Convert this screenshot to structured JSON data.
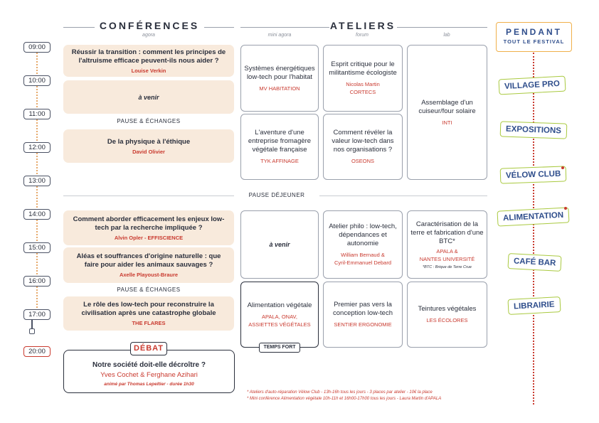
{
  "headers": {
    "conferences": "CONFÉRENCES",
    "conferences_sub": "agora",
    "ateliers": "ATELIERS",
    "mini_agora": "mini agora",
    "forum": "forum",
    "lab": "lab"
  },
  "times": [
    "09:00",
    "10:00",
    "11:00",
    "12:00",
    "13:00",
    "14:00",
    "15:00",
    "16:00",
    "17:00",
    "20:00"
  ],
  "conferences": [
    {
      "title": "Réussir la transition : comment les principes de l'altruisme efficace peuvent-ils nous aider ?",
      "speaker": "Louise Verkin"
    },
    {
      "title": "à venir"
    },
    {
      "title": "De la physique à l'éthique",
      "speaker": "David Olivier"
    },
    {
      "title": "Comment aborder efficacement les enjeux low-tech par la recherche impliquée ?",
      "speaker": "Alvin Opler - EFFISCIENCE"
    },
    {
      "title": "Aléas et souffrances d'origine naturelle : que faire pour aider les animaux sauvages ?",
      "speaker": "Axelle Playoust-Braure"
    },
    {
      "title": "Le rôle des low-tech pour reconstruire la civilisation après une catastrophe globale",
      "speaker": "THE FLARES"
    }
  ],
  "pauses": {
    "morning": "PAUSE & ÉCHANGES",
    "lunch": "PAUSE DÉJEUNER",
    "afternoon": "PAUSE & ÉCHANGES"
  },
  "ateliers": {
    "a1": {
      "title": "Systèmes énergétiques low-tech pour l'habitat",
      "org": "MV HABITATION"
    },
    "a2": {
      "title": "Esprit critique pour le militantisme écologiste",
      "org": "Nicolas Martin\nCORTECS"
    },
    "a3": {
      "title": "Assemblage d'un cuiseur/four solaire",
      "org": "INTI"
    },
    "a4": {
      "title": "L'aventure d'une entreprise fromagère végétale française",
      "org": "TYK AFFINAGE"
    },
    "a5": {
      "title": "Comment révéler la valeur low-tech dans nos organisations ?",
      "org": "OSEONS"
    },
    "a6": {
      "title": "à venir"
    },
    "a7": {
      "title": "Atelier philo : low-tech, dépendances et autonomie",
      "org": "William Bernaud &\nCyril-Emmanuel Debard"
    },
    "a8": {
      "title": "Caractérisation de la terre et fabrication d'une BTC*",
      "org": "APALA &\nNANTES UNIVERSITÉ",
      "note": "*BTC : Brique de Terre Crue"
    },
    "a9": {
      "title": "Alimentation végétale",
      "org": "APALA, ONAV,\nASSIETTES VÉGÉTALES",
      "badge": "TEMPS FORT"
    },
    "a10": {
      "title": "Premier pas vers la conception low-tech",
      "org": "SENTIER ERGONOMIE"
    },
    "a11": {
      "title": "Teintures végétales",
      "org": "LES ÉCOLORES"
    }
  },
  "debat": {
    "badge": "DÉBAT",
    "title": "Notre société doit-elle décroître ?",
    "speakers": "Yves Cochet & Ferghane Azihari",
    "moderator": "animé par Thomas Lepeltier - durée 1h30"
  },
  "footnotes": [
    "* Ateliers d'auto-réparation Vélow Club - 13h-16h tous les jours - 3 places par atelier - 10€ la place",
    "* Mini conférence Alimentation végétale 10h-11h et 16h00-17h00 tous les jours - Laura Martin d'APALA"
  ],
  "pendant": {
    "title": "PENDANT",
    "subtitle": "TOUT LE FESTIVAL"
  },
  "stands": [
    "VILLAGE PRO",
    "EXPOSITIONS",
    "VÉLOW CLUB",
    "ALIMENTATION",
    "CAFÉ BAR",
    "LIBRAIRIE"
  ],
  "colors": {
    "accent_red": "#c93a2f",
    "navy": "#2f4e8c",
    "green": "#a9c93f",
    "orange": "#f0b04a",
    "card_bg": "#f8eadc"
  }
}
